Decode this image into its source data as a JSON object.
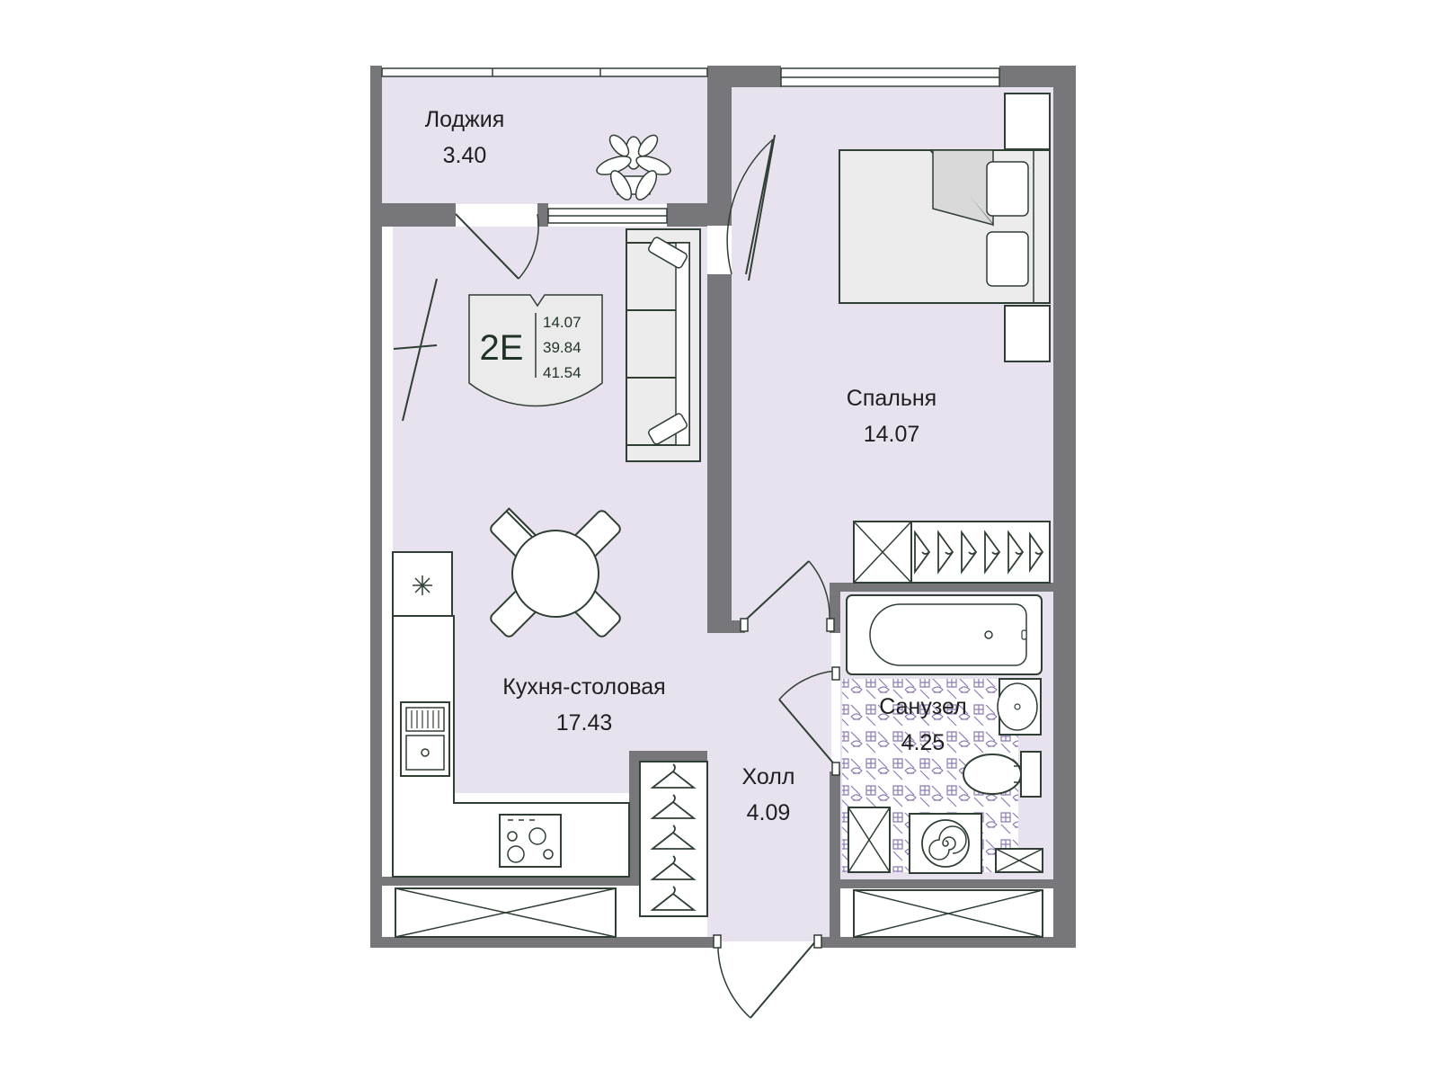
{
  "colors": {
    "wall": "#77767a",
    "floor": "#e8e1ee",
    "line": "#2f3f33",
    "badge": "#ecebec"
  },
  "rooms": {
    "loggia": {
      "name": "Лоджия",
      "area": "3.40"
    },
    "bedroom": {
      "name": "Спальня",
      "area": "14.07"
    },
    "kitchen": {
      "name": "Кухня-столовая",
      "area": "17.43"
    },
    "hall": {
      "name": "Холл",
      "area": "4.09"
    },
    "bathroom": {
      "name": "Санузел",
      "area": "4.25"
    }
  },
  "badge": {
    "code": "2E",
    "living_area": "14.07",
    "total_area": "39.84",
    "total_with_loggia": "41.54"
  },
  "icons": [
    "plant-icon",
    "fridge-icon",
    "sink-icon",
    "stove-icon",
    "bathtub-icon",
    "washbasin-icon",
    "toilet-icon",
    "washing-machine-icon",
    "hanger-icon"
  ]
}
